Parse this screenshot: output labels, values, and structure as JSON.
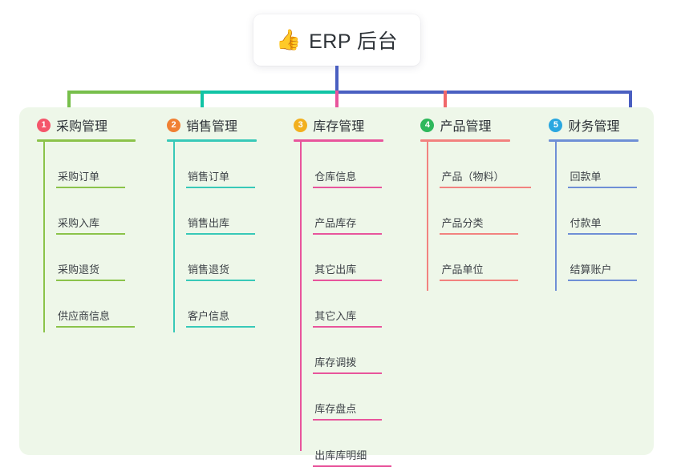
{
  "root": {
    "emoji": "👍",
    "emoji_name": "thumbs-up-icon",
    "title": "ERP 后台"
  },
  "colors": {
    "panel_background": "#eef7e9",
    "page_background": "#ffffff",
    "stem": "#4a5fc1",
    "bus_left": "#77bf4b",
    "bus_mid": "#11c4a5",
    "bus_right": "#4a5fc1"
  },
  "columns": [
    {
      "index": "1",
      "badge_color": "#f4566b",
      "accent": "#8bc34a",
      "title": "采购管理",
      "items": [
        "采购订单",
        "采购入库",
        "采购退货",
        "供应商信息"
      ]
    },
    {
      "index": "2",
      "badge_color": "#f08033",
      "accent": "#38c9b8",
      "title": "销售管理",
      "items": [
        "销售订单",
        "销售出库",
        "销售退货",
        "客户信息"
      ]
    },
    {
      "index": "3",
      "badge_color": "#f2b01e",
      "accent": "#e8559c",
      "title": "库存管理",
      "items": [
        "仓库信息",
        "产品库存",
        "其它出库",
        "其它入库",
        "库存调拨",
        "库存盘点",
        "出库库明细"
      ]
    },
    {
      "index": "4",
      "badge_color": "#2eb85c",
      "accent": "#f2827f",
      "title": "产品管理",
      "items": [
        "产品（物料）",
        "产品分类",
        "产品单位"
      ]
    },
    {
      "index": "5",
      "badge_color": "#2aa7e0",
      "accent": "#6f8fd6",
      "title": "财务管理",
      "items": [
        "回款单",
        "付款单",
        "结算账户"
      ]
    }
  ]
}
